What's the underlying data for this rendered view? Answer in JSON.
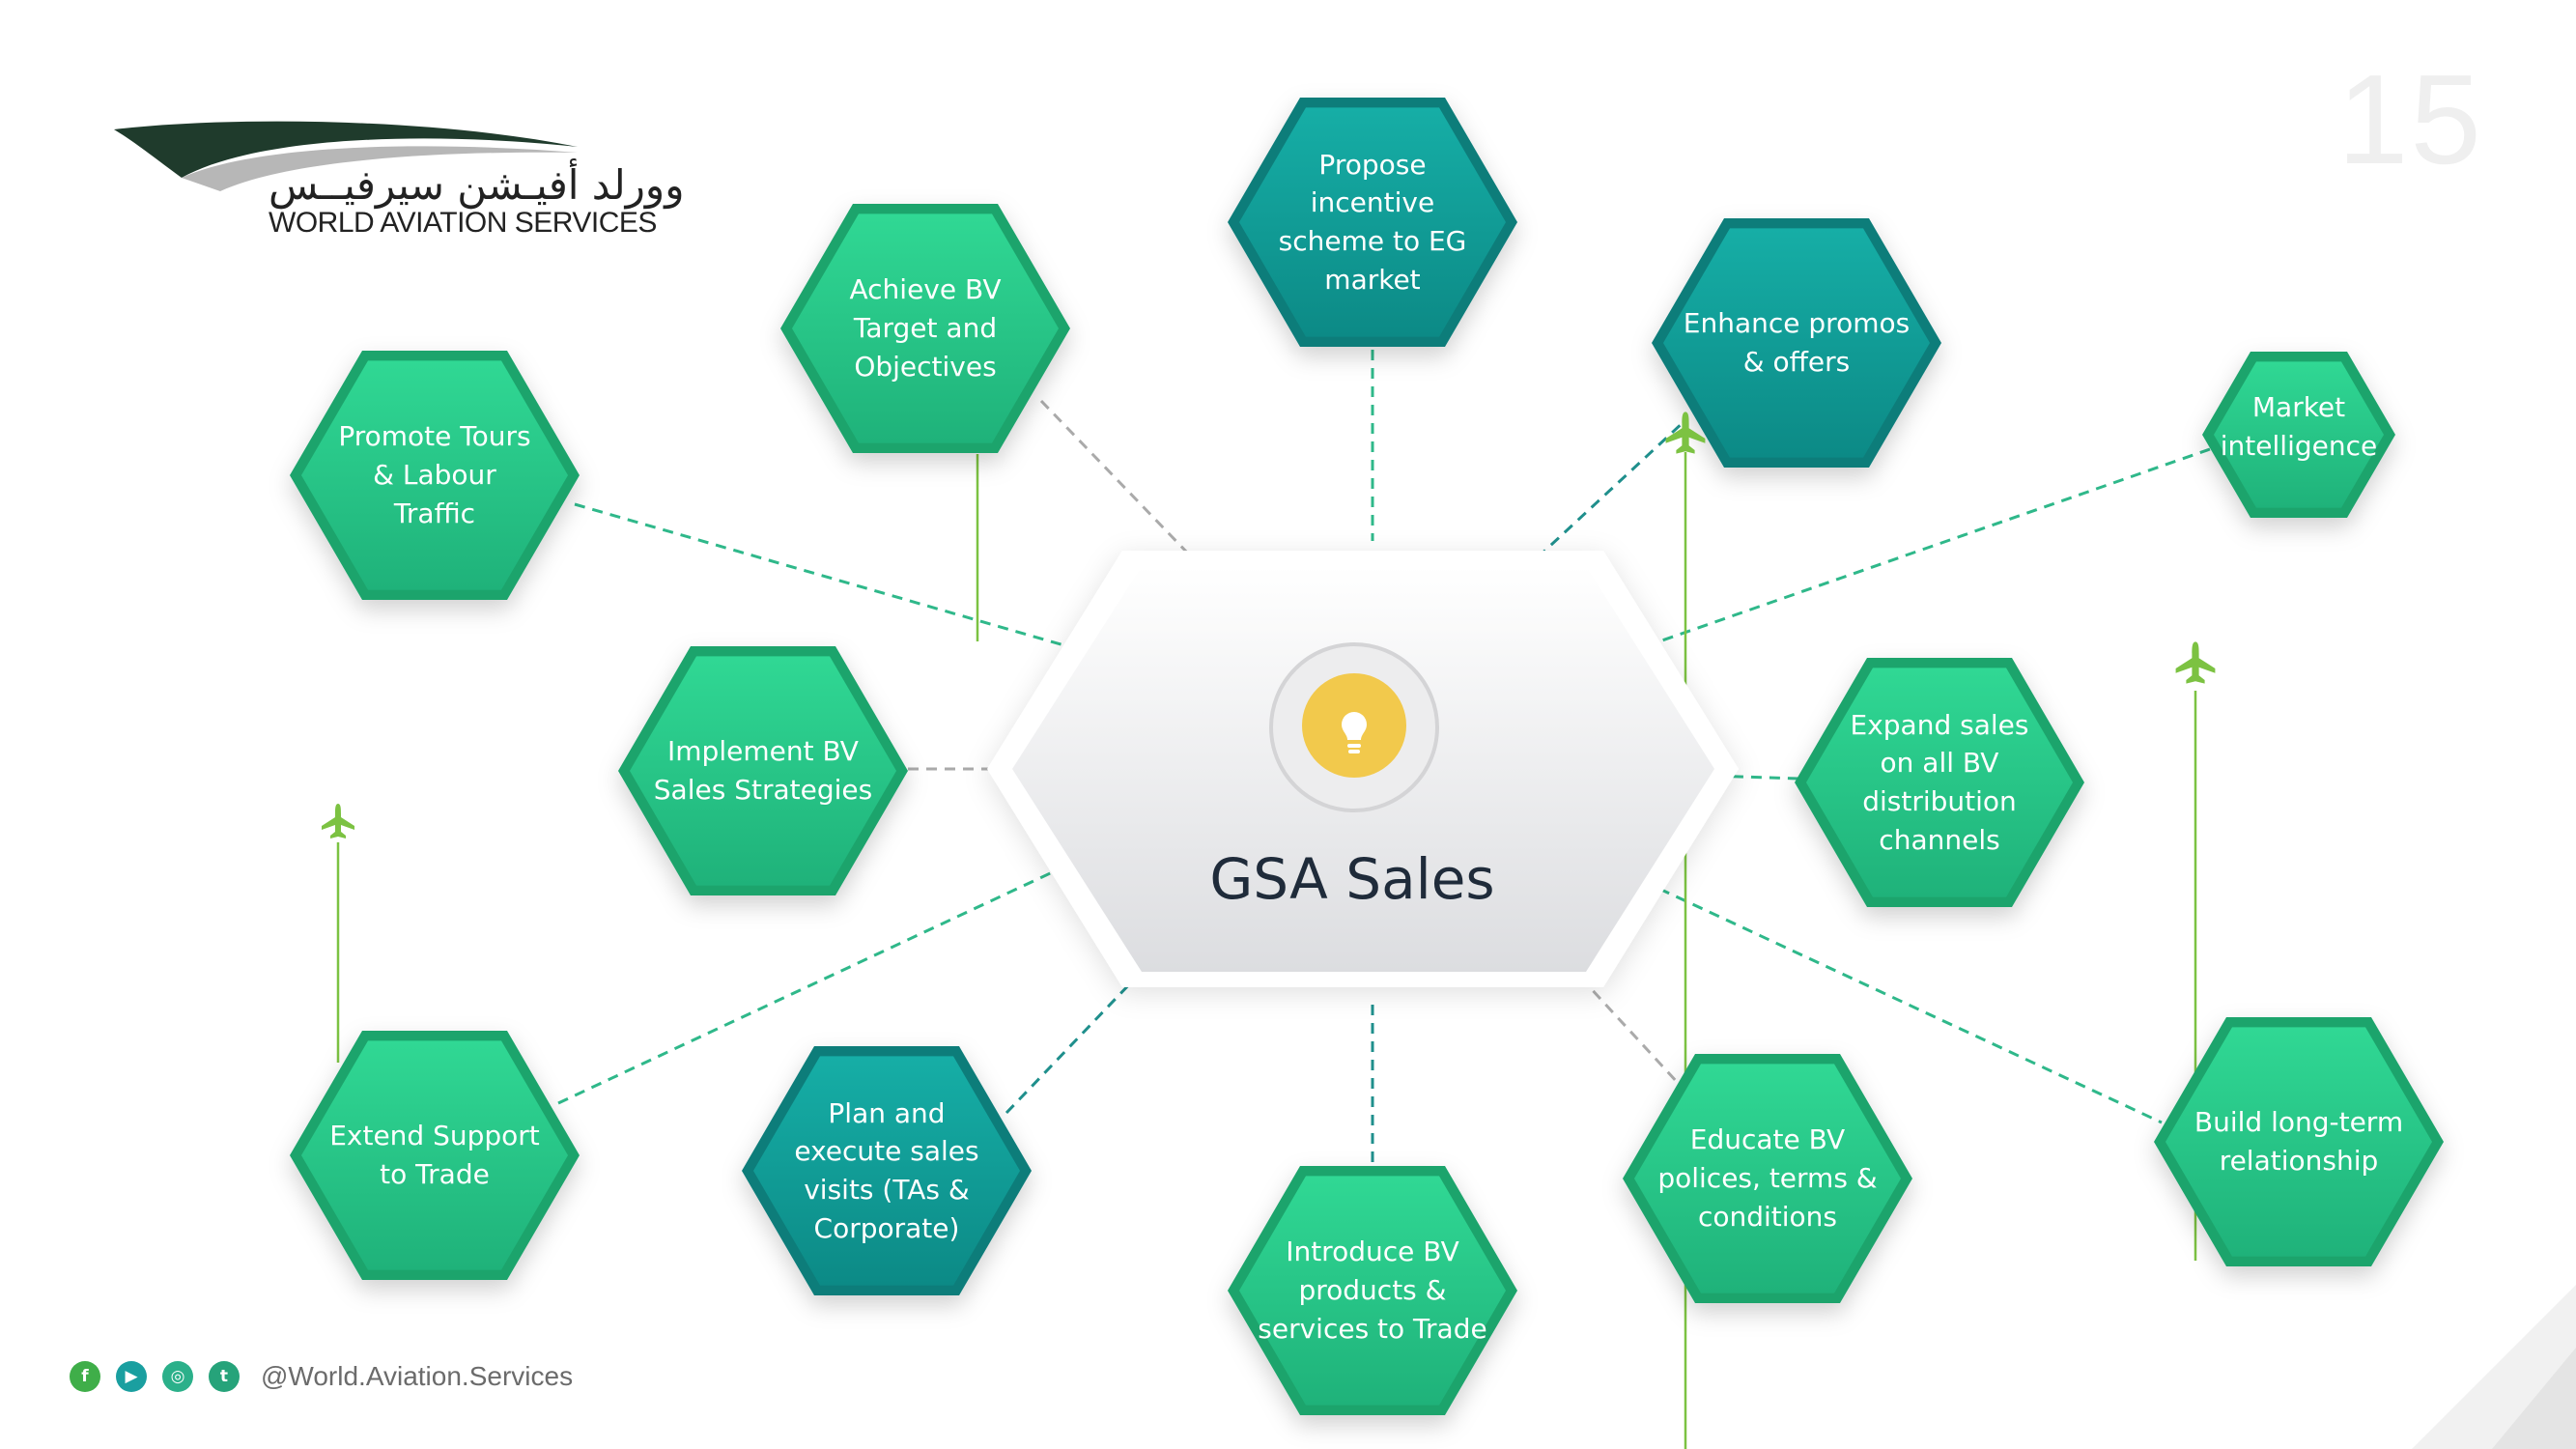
{
  "page_number": "15",
  "logo": {
    "arabic_name": "وورلد أفيـشن سيرفيــس",
    "company_name": "WORLD AVIATION SERVICES"
  },
  "footer": {
    "social_icons": [
      "facebook-icon",
      "youtube-icon",
      "instagram-icon",
      "twitter-icon"
    ],
    "handle": "@World.Aviation.Services"
  },
  "center": {
    "title": "GSA Sales",
    "icon": "lightbulb-icon"
  },
  "nodes": {
    "propose": "Propose\nincentive\nscheme to EG\nmarket",
    "achieve": "Achieve BV\nTarget and\nObjectives",
    "enhance": "Enhance promos\n& offers",
    "promote": "Promote Tours\n& Labour\nTraffic",
    "market": "Market\nintelligence",
    "implement": "Implement BV\nSales Strategies",
    "expand": "Expand sales\non all BV\ndistribution\nchannels",
    "extend": "Extend Support\nto Trade",
    "plan": "Plan and\nexecute sales\nvisits (TAs &\nCorporate)",
    "introduce": "Introduce BV\nproducts &\nservices to Trade",
    "educate": "Educate BV\npolices, terms &\nconditions",
    "build": "Build long-term\nrelationship"
  },
  "colors": {
    "green": "#2bd08f",
    "green_dark": "#1fa46c",
    "teal": "#12a5a0",
    "teal_dark": "#0d7d7a",
    "dash_green": "#2fb88a",
    "dash_teal": "#1f8f8c",
    "dash_gray": "#aaaaaa",
    "plane": "#7cc242",
    "bulb": "#f2c94c"
  }
}
